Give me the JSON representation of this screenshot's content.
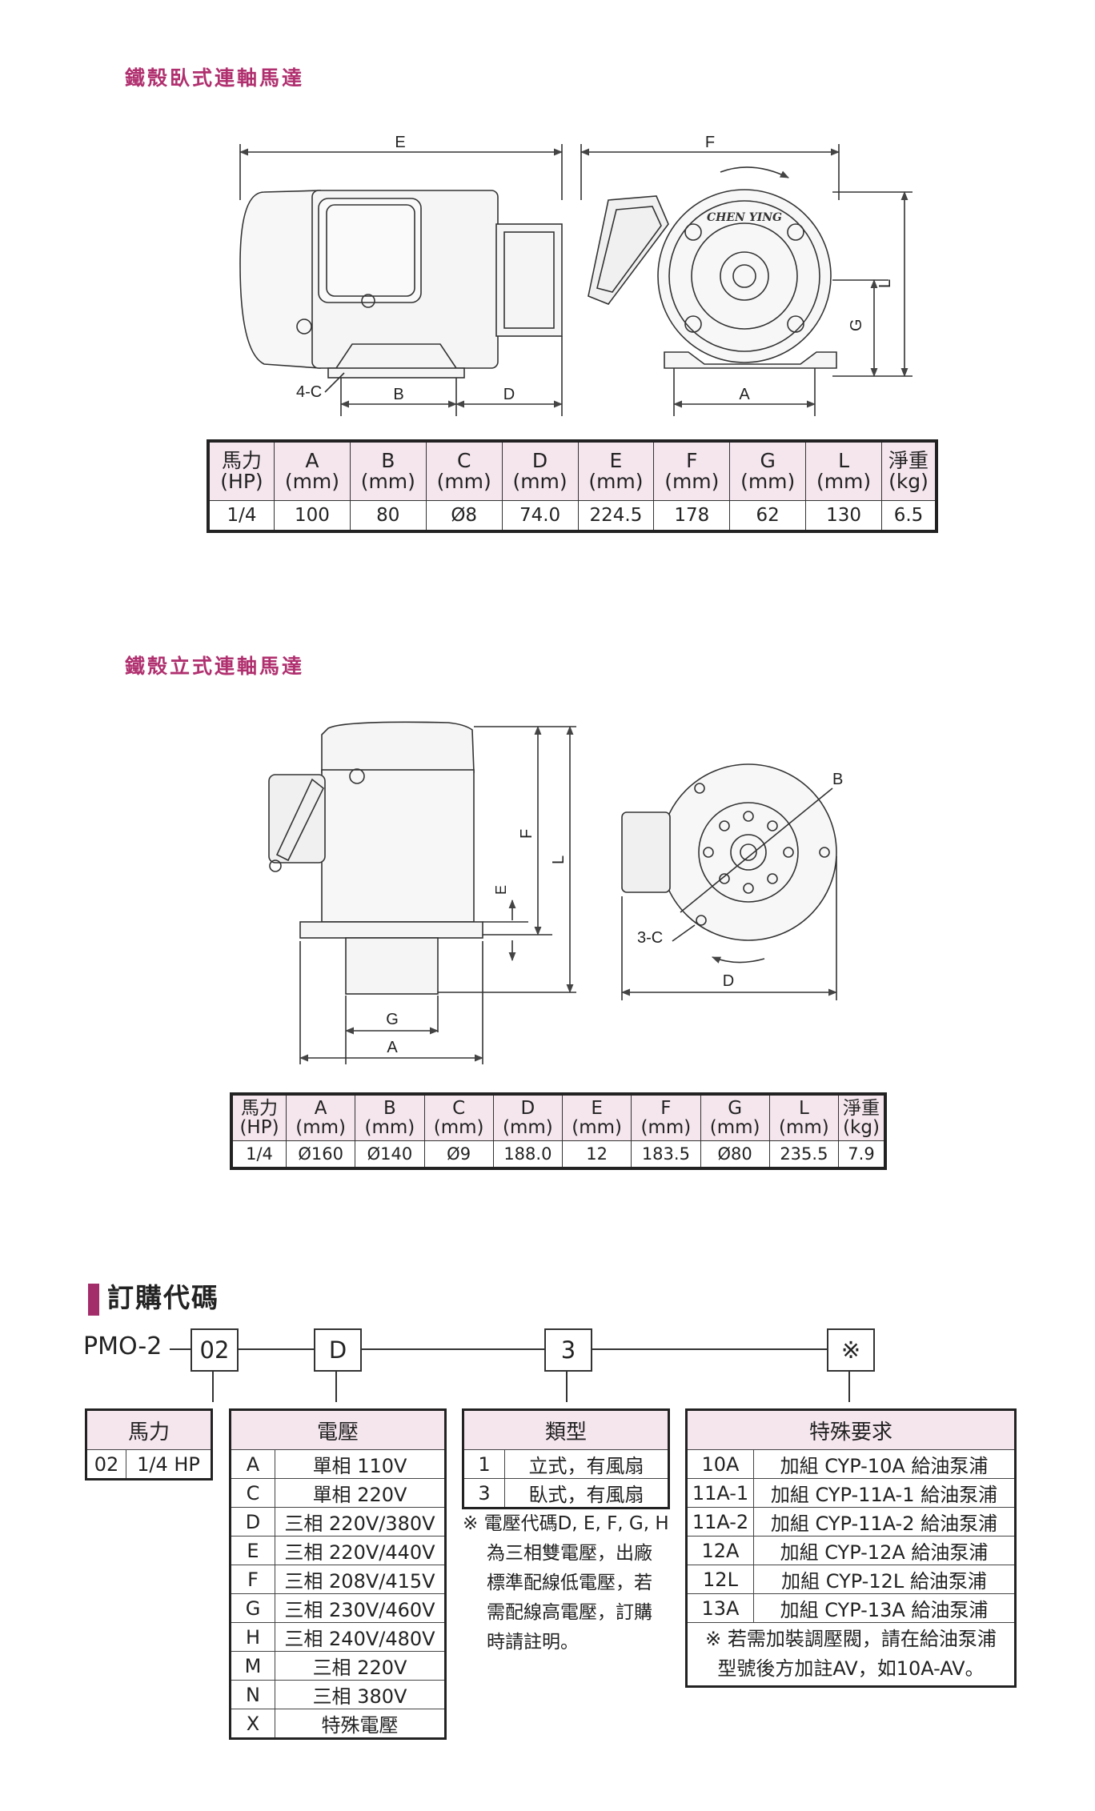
{
  "section1": {
    "title": "鐵殼臥式連軸馬達",
    "drawing_labels": {
      "e": "E",
      "f": "F",
      "l": "L",
      "g": "G",
      "b": "B",
      "d": "D",
      "a": "A",
      "c": "4-C",
      "brand": "CHEN YING"
    },
    "table": {
      "headers": [
        {
          "top": "馬力",
          "bottom": "(HP)"
        },
        {
          "top": "A",
          "bottom": "(mm)"
        },
        {
          "top": "B",
          "bottom": "(mm)"
        },
        {
          "top": "C",
          "bottom": "(mm)"
        },
        {
          "top": "D",
          "bottom": "(mm)"
        },
        {
          "top": "E",
          "bottom": "(mm)"
        },
        {
          "top": "F",
          "bottom": "(mm)"
        },
        {
          "top": "G",
          "bottom": "(mm)"
        },
        {
          "top": "L",
          "bottom": "(mm)"
        },
        {
          "top": "淨重",
          "bottom": "(kg)"
        }
      ],
      "row": [
        "1/4",
        "100",
        "80",
        "Ø8",
        "74.0",
        "224.5",
        "178",
        "62",
        "130",
        "6.5"
      ]
    }
  },
  "section2": {
    "title": "鐵殼立式連軸馬達",
    "drawing_labels": {
      "f": "F",
      "l": "L",
      "e": "E",
      "g": "G",
      "a": "A",
      "b": "B",
      "c": "3-C",
      "d": "D"
    },
    "table": {
      "headers": [
        {
          "top": "馬力",
          "bottom": "(HP)"
        },
        {
          "top": "A",
          "bottom": "(mm)"
        },
        {
          "top": "B",
          "bottom": "(mm)"
        },
        {
          "top": "C",
          "bottom": "(mm)"
        },
        {
          "top": "D",
          "bottom": "(mm)"
        },
        {
          "top": "E",
          "bottom": "(mm)"
        },
        {
          "top": "F",
          "bottom": "(mm)"
        },
        {
          "top": "G",
          "bottom": "(mm)"
        },
        {
          "top": "L",
          "bottom": "(mm)"
        },
        {
          "top": "淨重",
          "bottom": "(kg)"
        }
      ],
      "row": [
        "1/4",
        "Ø160",
        "Ø140",
        "Ø9",
        "188.0",
        "12",
        "183.5",
        "Ø80",
        "235.5",
        "7.9"
      ]
    }
  },
  "order": {
    "title": "訂購代碼",
    "prefix": "PMO-2",
    "codes": [
      "02",
      "D",
      "3",
      "※"
    ],
    "horsepower": {
      "title": "馬力",
      "rows": [
        [
          "02",
          "1/4 HP"
        ]
      ]
    },
    "voltage": {
      "title": "電壓",
      "rows": [
        [
          "A",
          "單相 110V"
        ],
        [
          "C",
          "單相 220V"
        ],
        [
          "D",
          "三相 220V/380V"
        ],
        [
          "E",
          "三相 220V/440V"
        ],
        [
          "F",
          "三相 208V/415V"
        ],
        [
          "G",
          "三相 230V/460V"
        ],
        [
          "H",
          "三相 240V/480V"
        ],
        [
          "M",
          "三相 220V"
        ],
        [
          "N",
          "三相 380V"
        ],
        [
          "X",
          "特殊電壓"
        ]
      ]
    },
    "type": {
      "title": "類型",
      "rows": [
        [
          "1",
          "立式，有風扇"
        ],
        [
          "3",
          "臥式，有風扇"
        ]
      ],
      "note_lines": [
        "※ 電壓代碼D, E, F, G, H",
        "為三相雙電壓，出廠",
        "標準配線低電壓，若",
        "需配線高電壓，訂購",
        "時請註明。"
      ]
    },
    "special": {
      "title": "特殊要求",
      "rows": [
        [
          "10A",
          "加組 CYP-10A 給油泵浦"
        ],
        [
          "11A-1",
          "加組 CYP-11A-1 給油泵浦"
        ],
        [
          "11A-2",
          "加組 CYP-11A-2 給油泵浦"
        ],
        [
          "12A",
          "加組 CYP-12A 給油泵浦"
        ],
        [
          "12L",
          "加組 CYP-12L 給油泵浦"
        ],
        [
          "13A",
          "加組 CYP-13A 給油泵浦"
        ]
      ],
      "note_lines": [
        "※ 若需加裝調壓閥，請在給油泵浦",
        "型號後方加註AV，如10A-AV。"
      ]
    }
  }
}
